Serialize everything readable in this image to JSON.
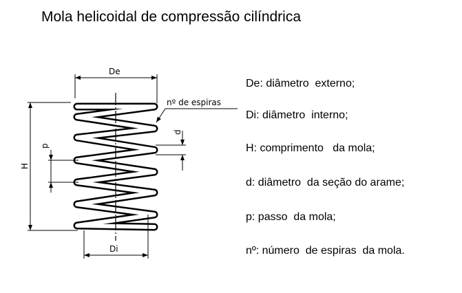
{
  "title": "Mola helicoidal de compressão cilíndrica",
  "diagram_labels": {
    "De": "De",
    "Di": "Di",
    "H": "H",
    "p": "p",
    "d": "d",
    "espiras": "nº de  espiras"
  },
  "legend": [
    "De: diâmetro  externo;",
    "Di: diâmetro  interno;",
    "H: comprimento   da mola;",
    "d: diâmetro  da seção do arame;",
    "p: passo  da mola;",
    "nº: número  de espiras  da mola."
  ]
}
